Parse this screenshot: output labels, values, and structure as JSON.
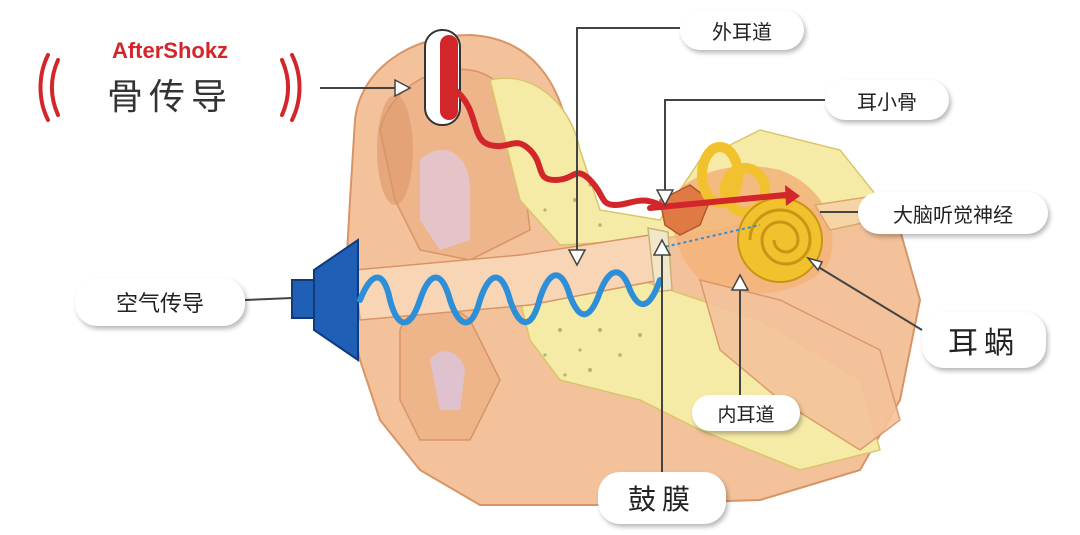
{
  "brand": {
    "name": "AfterShokz",
    "subtitle": "骨传导"
  },
  "labels": {
    "outer_canal": "外耳道",
    "ossicles": "耳小骨",
    "auditory_nerve": "大脑听觉神经",
    "air_conduction": "空气传导",
    "cochlea": "耳蜗",
    "inner_canal": "内耳道",
    "eardrum": "鼓膜"
  },
  "colors": {
    "bone_wave": "#d3262b",
    "air_wave": "#2f8fd6",
    "skin": "#f4c29a",
    "skin_dark": "#e7a877",
    "bone": "#f6eba6",
    "speaker": "#1f5fb5",
    "cochlea": "#f2c12e",
    "nerve": "#f3b37a"
  }
}
